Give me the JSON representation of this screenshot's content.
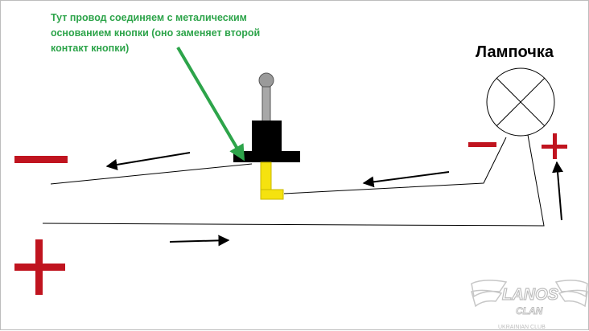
{
  "annotation": {
    "text": "Тут провод соединяем с металическим основанием кнопки (оно заменяет второй контакт кнопки)"
  },
  "bulb": {
    "label": "Лампочка"
  },
  "logo": {
    "word": "LANOS",
    "sub": "CLAN",
    "tagline": "UKRAINIAN CLUB"
  },
  "colors": {
    "minus_red": "#c0141f",
    "plus_red": "#c0141f",
    "annotation_green": "#2da44a",
    "button_yellow": "#f5e20f",
    "wire": "#000000"
  },
  "icons": {
    "minus": "minus-sign",
    "plus": "plus-sign",
    "bulb": "lamp-symbol",
    "button": "push-button",
    "arrow": "current-direction-arrow"
  }
}
